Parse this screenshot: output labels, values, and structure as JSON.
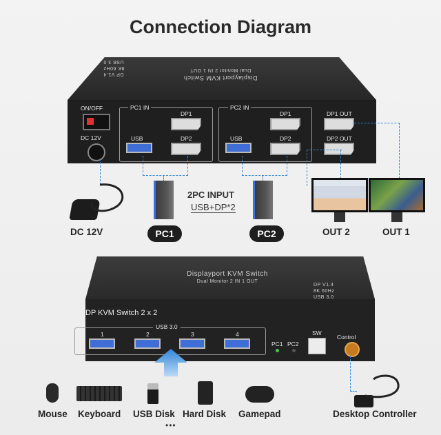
{
  "title": "Connection Diagram",
  "top_device": {
    "product_name": "Displayport KVM Switch",
    "product_sub": "Dual Monitor 2 IN 1 OUT",
    "specs": [
      "DP V1.4",
      "8K 60Hz",
      "USB 3.0"
    ],
    "on_off": "ON/OFF",
    "dc_label": "DC 12V",
    "pc1_in": "PC1 IN",
    "pc2_in": "PC2 IN",
    "dp1": "DP1",
    "dp2": "DP2",
    "usb": "USB",
    "dp1_out": "DP1 OUT",
    "dp2_out": "DP2 OUT"
  },
  "middle": {
    "dc_caption": "DC 12V",
    "input_line1": "2PC INPUT",
    "input_line2": "USB+DP*2",
    "pc1": "PC1",
    "pc2": "PC2",
    "out2": "OUT 2",
    "out1": "OUT 1"
  },
  "bottom_device": {
    "product_name": "Displayport KVM Switch",
    "product_sub": "Dual Monitor 2 IN 1 OUT",
    "specs": [
      "DP V1.4",
      "8K 60Hz",
      "USB 3.0"
    ],
    "model": "DP KVM Switch 2 x 2",
    "usb_group": "USB 3.0",
    "ports": [
      "1",
      "2",
      "3",
      "4"
    ],
    "pc1": "PC1",
    "pc2": "PC2",
    "sw": "SW",
    "control": "Control"
  },
  "peripherals": [
    "Mouse",
    "Keyboard",
    "USB Disk",
    "Hard Disk",
    "Gamepad"
  ],
  "more": "•••",
  "desktop_controller": "Desktop Controller",
  "colors": {
    "accent": "#2f86d8",
    "device": "#2b2b2b",
    "usb_blue": "#3f6fd6"
  }
}
